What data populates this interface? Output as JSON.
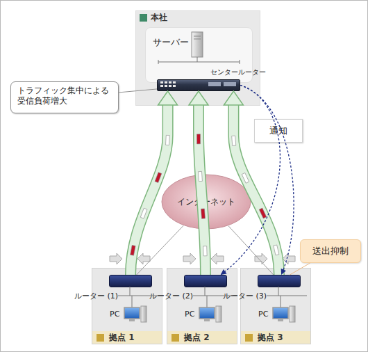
{
  "diagram": {
    "nodes": [
      {
        "text": [
          "本社"
        ]
      },
      {
        "text": [
          "サーバー"
        ],
        "in": 0
      },
      {
        "text": [
          "センタールーター"
        ],
        "in": 0
      },
      {
        "text": [
          "トラフィック集中による 受信負荷増大"
        ]
      },
      {
        "text": [
          "インターネット"
        ]
      },
      {
        "text": [
          "通知"
        ]
      },
      {
        "text": [
          "送出抑制"
        ]
      },
      {
        "text": [
          "拠点 1"
        ]
      },
      {
        "text": [
          "ルーター (1)"
        ],
        "in": 7
      },
      {
        "text": [
          "PC"
        ],
        "in": 7
      },
      {
        "text": [
          "拠点 2"
        ]
      },
      {
        "text": [
          "ルーター (2)"
        ],
        "in": 10
      },
      {
        "text": [
          "PC"
        ],
        "in": 10
      },
      {
        "text": [
          "拠点 3"
        ]
      },
      {
        "text": [
          "ルーター (3)"
        ],
        "in": 13
      },
      {
        "text": [
          "PC"
        ],
        "in": 13
      }
    ],
    "edges": [
      {
        "from": 8,
        "to": 2,
        "arrow": "to"
      },
      {
        "from": 11,
        "to": 2,
        "arrow": "to"
      },
      {
        "from": 14,
        "to": 2,
        "arrow": "to"
      },
      {
        "from": 2,
        "to": 11,
        "arrow": "to"
      },
      {
        "from": 2,
        "to": 14,
        "arrow": "to"
      },
      {
        "from": 3,
        "to": 2,
        "arrow": "none"
      },
      {
        "from": 6,
        "to": 14,
        "arrow": "none"
      },
      {
        "from": 4,
        "to": 2,
        "arrow": "none"
      },
      {
        "from": 4,
        "to": 8,
        "arrow": "none"
      },
      {
        "from": 4,
        "to": 11,
        "arrow": "none"
      },
      {
        "from": 4,
        "to": 14,
        "arrow": "none"
      }
    ]
  }
}
